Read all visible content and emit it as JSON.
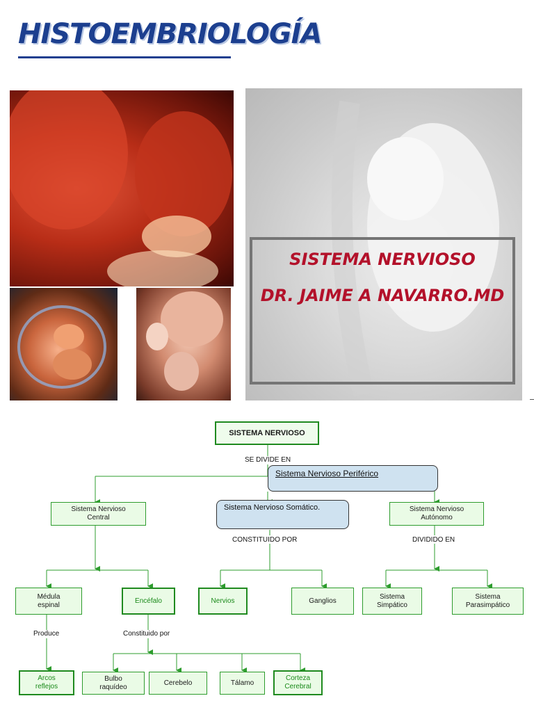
{
  "header": {
    "title": "HISTOEMBRIOLOGÍA"
  },
  "cover": {
    "line1": "SISTEMA NERVIOSO",
    "line2": "DR. JAIME A NAVARRO.MD"
  },
  "diagram": {
    "root": "SISTEMA NERVIOSO",
    "divides": "SE DIVIDE EN",
    "peripheral": "Sistema Nervioso Periférico",
    "somatic": "Sistema Nervioso Somático.",
    "central": "Sistema Nervioso\nCentral",
    "autonomic": "Sistema Nervioso\nAutónomo",
    "constituted_caps": "CONSTITUIDO POR",
    "divided_caps": "DIVIDIDO EN",
    "spinal_cord": "Médula\nespinal",
    "encephalon": "Encéfalo",
    "nerves": "Nervios",
    "ganglia": "Ganglios",
    "sympathetic": "Sistema\nSimpático",
    "parasympathetic": "Sistema\nParasimpático",
    "produces": "Produce",
    "constituted": "Constituido por",
    "reflex_arcs": "Arcos\nreflejos",
    "medulla": "Bulbo\nraquídeo",
    "cerebellum": "Cerebelo",
    "thalamus": "Tálamo",
    "cortex": "Corteza\nCerebral"
  }
}
